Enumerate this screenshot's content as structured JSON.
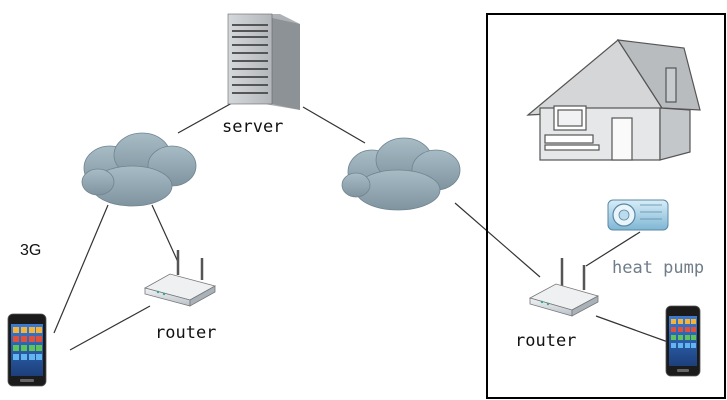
{
  "labels": {
    "server": "server",
    "three_g": "3G",
    "router_left": "router",
    "router_right": "router",
    "heat_pump": "heat pump"
  },
  "icons": {
    "server": "server-tower-icon",
    "cloud_left": "cloud-icon",
    "cloud_right": "cloud-icon",
    "router_left": "wireless-router-icon",
    "router_right": "wireless-router-icon",
    "phone_left": "smartphone-icon",
    "phone_right": "smartphone-icon",
    "house": "house-with-computer-icon",
    "heat_pump": "heat-pump-unit-icon"
  },
  "colors": {
    "cloud": "#8fa3ad",
    "line": "#333333",
    "heat_pump_label": "#6f7d8a",
    "router_body": "#d9dde2",
    "server_body": "#c6c9cc"
  }
}
